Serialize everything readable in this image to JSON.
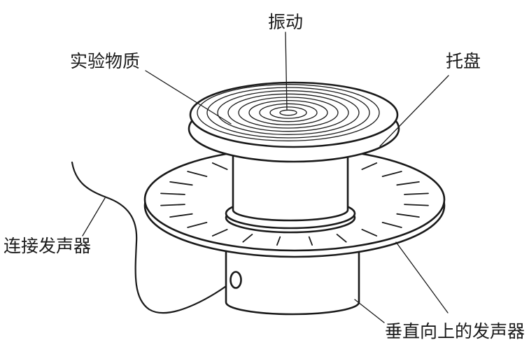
{
  "labels": {
    "vibration": "振动",
    "test_substance": "实验物质",
    "tray": "托盘",
    "connect_speaker": "连接发声器",
    "upward_speaker": "垂直向上的发声器"
  },
  "colors": {
    "line": "#1a1a1a",
    "background": "#ffffff"
  }
}
